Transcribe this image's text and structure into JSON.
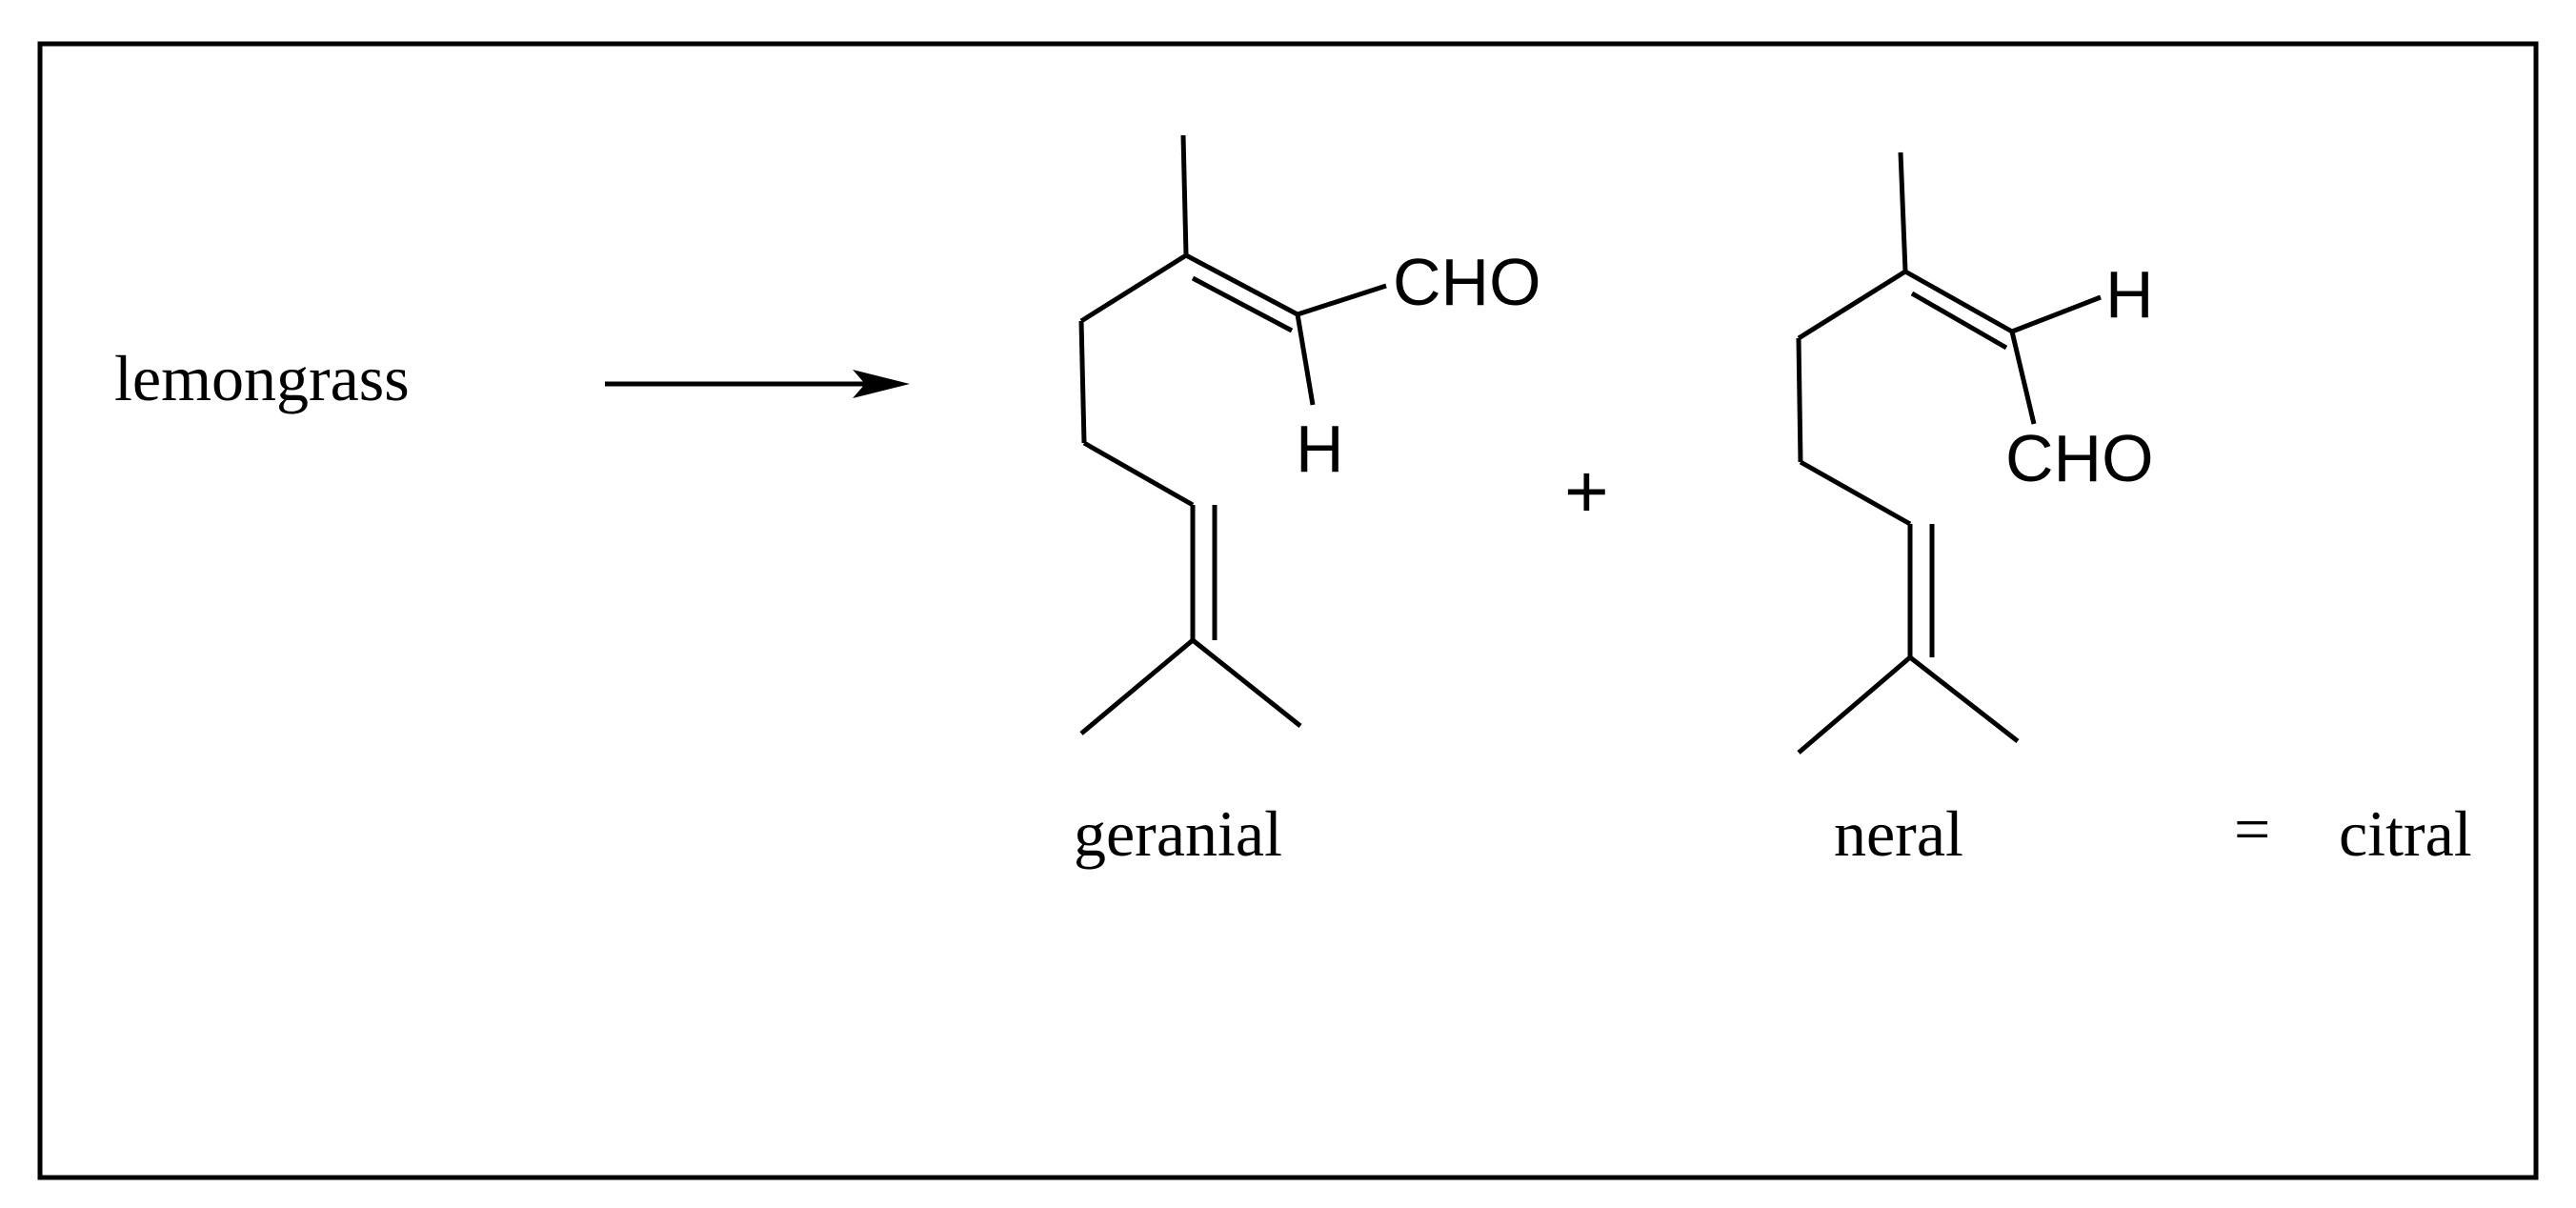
{
  "source": {
    "label": "lemongrass"
  },
  "products": [
    {
      "name": "geranial",
      "aldehyde_label": "CHO",
      "hydrogen_label": "H"
    },
    {
      "name": "neral",
      "aldehyde_label": "CHO",
      "hydrogen_label": "H"
    }
  ],
  "operators": {
    "plus": "+",
    "equals": "="
  },
  "result": {
    "label": "citral"
  },
  "colors": {
    "stroke": "#000000",
    "background": "#ffffff"
  }
}
